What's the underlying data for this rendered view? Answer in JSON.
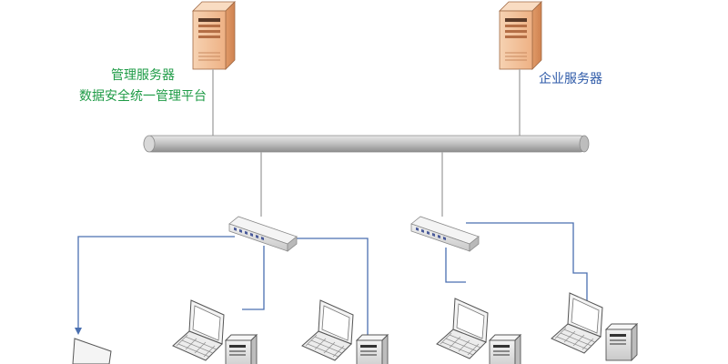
{
  "labels": {
    "mgmt_server_line1": "管理服务器",
    "mgmt_server_line2": "数据安全统一管理平台",
    "enterprise_server": "企业服务器"
  },
  "colors": {
    "label_green": "#1e9b46",
    "label_blue": "#2e5aa8",
    "link_line": "#4a6fb0",
    "backbone": "#b8b8b8",
    "server_body": "#f3c29a"
  },
  "icons": [
    "server-icon",
    "switch-icon",
    "laptop-icon",
    "desktop-pc-icon"
  ]
}
